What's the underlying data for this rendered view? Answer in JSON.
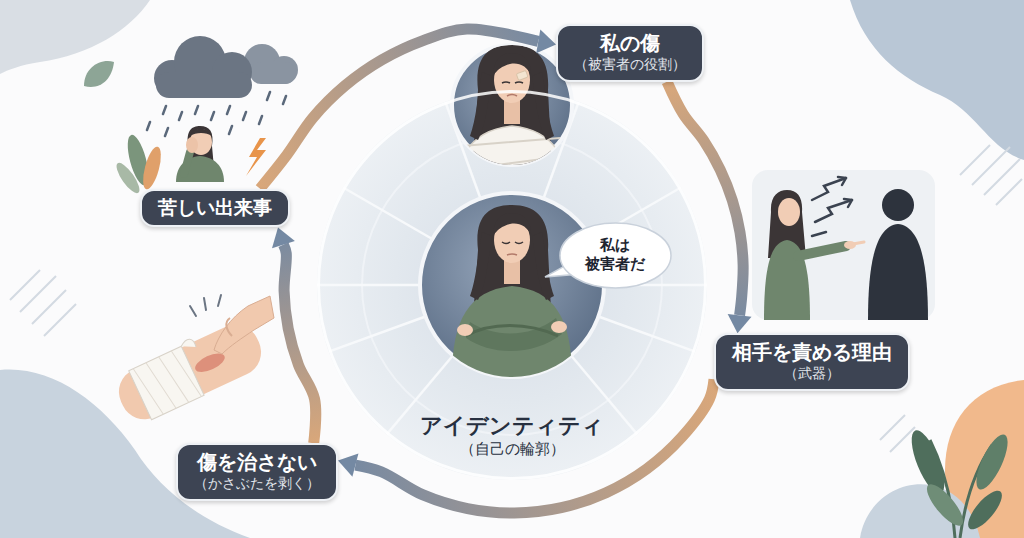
{
  "diagram": {
    "nodes": [
      {
        "text": [
          "アイデンティティ",
          "（自己の輪郭）"
        ]
      },
      {
        "text": [
          "私は 被害者だ"
        ],
        "in": 0
      },
      {
        "text": [
          "苦しい出来事"
        ]
      },
      {
        "text": [
          "私の傷",
          "（被害者の役割）"
        ]
      },
      {
        "text": [
          "相手を責める理由",
          "（武器）"
        ]
      },
      {
        "text": [
          "傷を治さない",
          "（かさぶたを剥く）"
        ]
      }
    ],
    "edges": [
      {
        "from": 2,
        "to": 3,
        "arrow": "to"
      },
      {
        "from": 3,
        "to": 4,
        "arrow": "to"
      },
      {
        "from": 4,
        "to": 5,
        "arrow": "to"
      },
      {
        "from": 5,
        "to": 2,
        "arrow": "to"
      }
    ]
  }
}
